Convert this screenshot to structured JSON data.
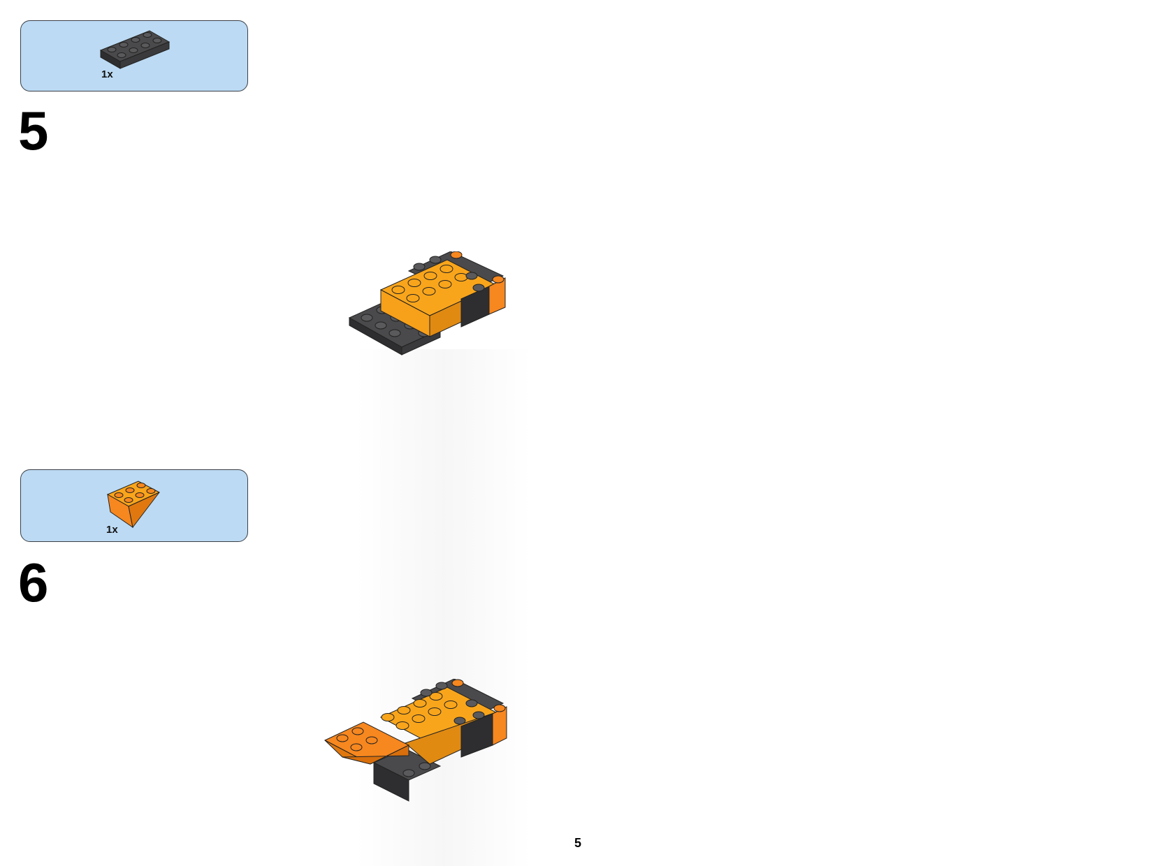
{
  "steps": [
    {
      "number": "5",
      "part": {
        "quantity": "1x",
        "name": "dark-grey-plate-2x4-icon",
        "color": "#3d3d3f"
      }
    },
    {
      "number": "6",
      "part": {
        "quantity": "1x",
        "name": "orange-inverted-slope-icon",
        "color": "#f7871f"
      }
    }
  ],
  "page_number": "5",
  "colors": {
    "parts_box": "#bcdaf3",
    "orange": "#f7871f",
    "yellow_orange": "#f9a51b",
    "dark_grey": "#3d3d3f"
  }
}
